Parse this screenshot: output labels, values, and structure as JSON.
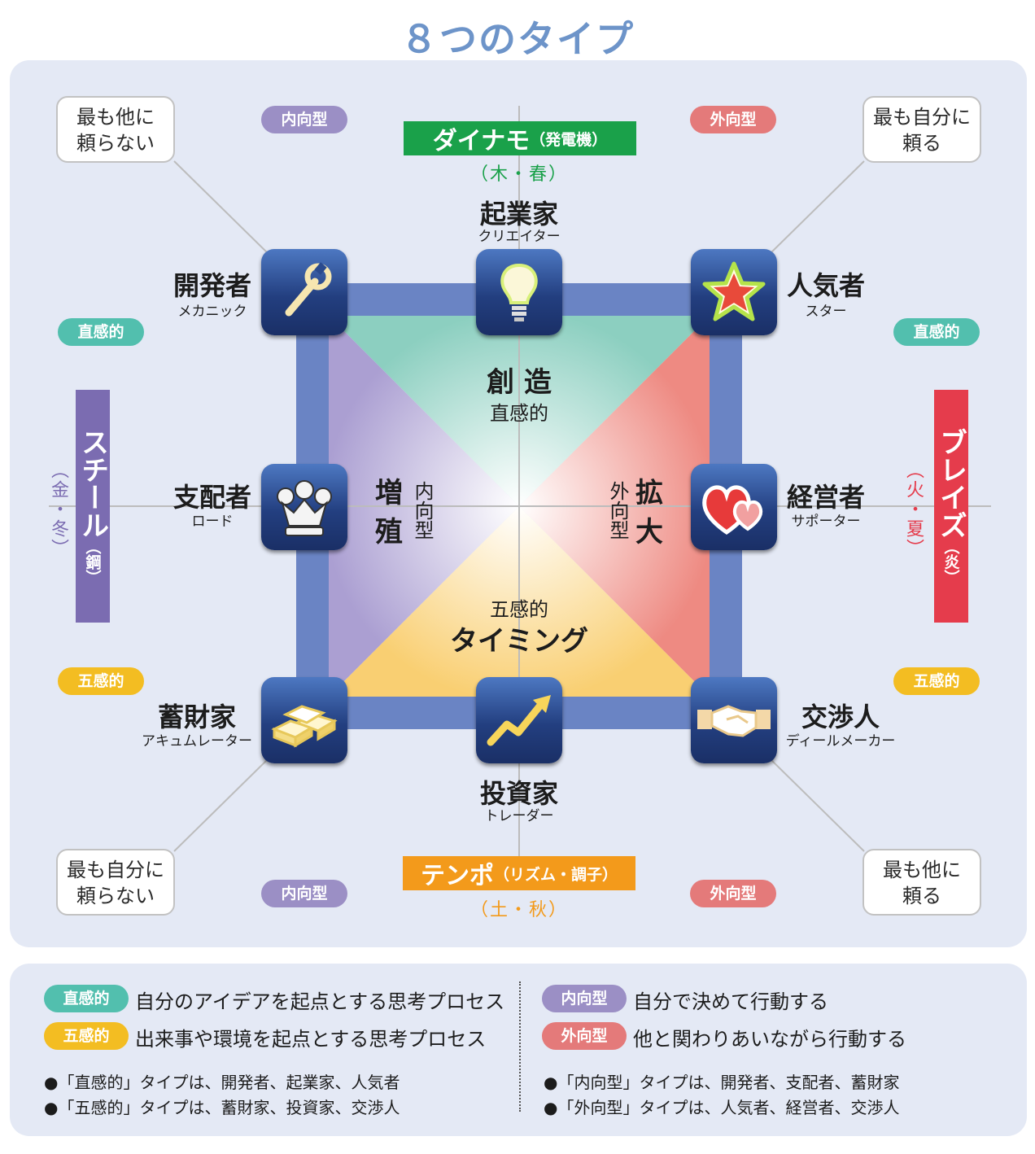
{
  "title": "８つのタイプ",
  "orientation": {
    "introvert_top": "内向型",
    "extrovert_top": "外向型",
    "introvert_bottom": "内向型",
    "extrovert_bottom": "外向型",
    "intuitive_left": "直感的",
    "intuitive_right": "直感的",
    "senses_left": "五感的",
    "senses_right": "五感的"
  },
  "corner_boxes": {
    "top_left": [
      "最も他に",
      "頼らない"
    ],
    "top_right": [
      "最も自分に",
      "頼る"
    ],
    "bottom_left": [
      "最も自分に",
      "頼らない"
    ],
    "bottom_right": [
      "最も他に",
      "頼る"
    ]
  },
  "elements": {
    "dynamo": {
      "name": "ダイナモ",
      "paren": "（発電機）",
      "sub": "（木・春）",
      "color": "#1aa14a"
    },
    "tempo": {
      "name": "テンポ",
      "paren": "（リズム・調子）",
      "sub": "（土・秋）",
      "color": "#f39a1b"
    },
    "steel": {
      "name": "スチール",
      "paren": "（鋼）",
      "sub": "（金・冬）",
      "color": "#7b6cb1"
    },
    "blaze": {
      "name": "ブレイズ",
      "paren": "（炎）",
      "sub": "（火・夏）",
      "color": "#e53c4c"
    }
  },
  "types": {
    "mechanic": {
      "name": "開発者",
      "sub": "メカニック",
      "icon": "wrench-icon"
    },
    "creator": {
      "name": "起業家",
      "sub": "クリエイター",
      "icon": "lightbulb-icon"
    },
    "star": {
      "name": "人気者",
      "sub": "スター",
      "icon": "star-icon"
    },
    "lord": {
      "name": "支配者",
      "sub": "ロード",
      "icon": "crown-icon"
    },
    "supporter": {
      "name": "経営者",
      "sub": "サポーター",
      "icon": "hearts-icon"
    },
    "accumulator": {
      "name": "蓄財家",
      "sub": "アキュムレーター",
      "icon": "gold-bars-icon"
    },
    "trader": {
      "name": "投資家",
      "sub": "トレーダー",
      "icon": "trend-arrow-icon"
    },
    "dealmaker": {
      "name": "交渉人",
      "sub": "ディールメーカー",
      "icon": "handshake-icon"
    }
  },
  "zones": {
    "top": {
      "big": "創 造",
      "small": "直感的"
    },
    "bottom": {
      "big": "タイミング",
      "small": "五感的"
    },
    "left": {
      "big1": "増",
      "big2": "殖",
      "small": "内向型"
    },
    "right": {
      "big1": "拡",
      "big2": "大",
      "small": "外向型"
    }
  },
  "legend": {
    "intuitive": {
      "label": "直感的",
      "text": "自分のアイデアを起点とする思考プロセス"
    },
    "senses": {
      "label": "五感的",
      "text": "出来事や環境を起点とする思考プロセス"
    },
    "introvert": {
      "label": "内向型",
      "text": "自分で決めて行動する"
    },
    "extrovert": {
      "label": "外向型",
      "text": "他と関わりあいながら行動する"
    },
    "notes": [
      "●「直感的」タイプは、開発者、起業家、人気者",
      "●「五感的」タイプは、蓄財家、投資家、交渉人",
      "●「内向型」タイプは、開発者、支配者、蓄財家",
      "●「外向型」タイプは、人気者、経営者、交渉人"
    ]
  },
  "colors": {
    "frame": "#6a84c4",
    "teal_zone": "#8ccfc0",
    "purple_zone": "#b4a8d6",
    "red_zone": "#ee8c84",
    "yellow_zone": "#f9d27a"
  }
}
